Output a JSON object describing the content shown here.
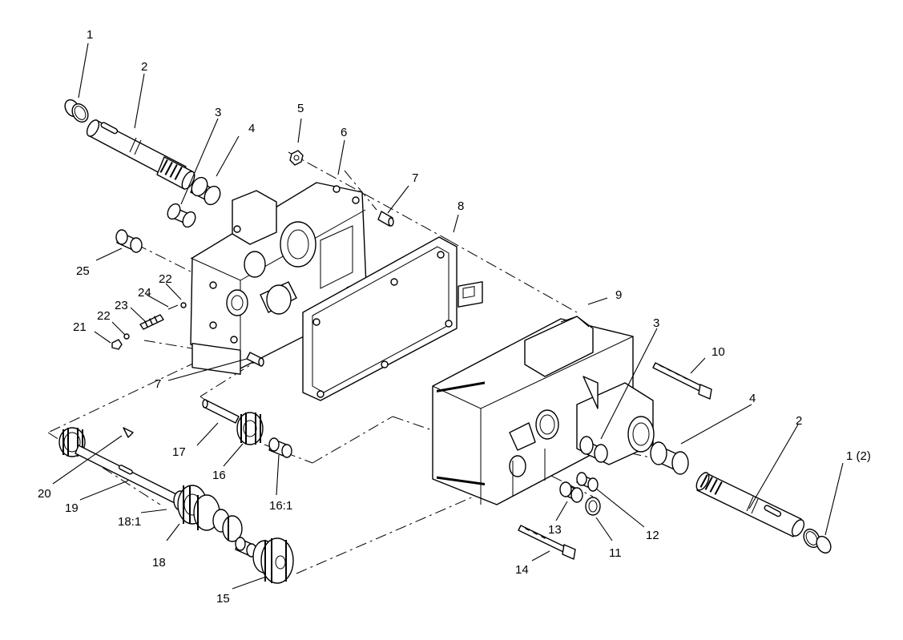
{
  "callouts": {
    "c1": "1",
    "c2_top": "2",
    "c3_top": "3",
    "c4_top": "4",
    "c5": "5",
    "c6": "6",
    "c7_top": "7",
    "c8": "8",
    "c9": "9",
    "c10": "10",
    "c3_right": "3",
    "c4_right": "4",
    "c2_right": "2",
    "c1_right": "1 (2)",
    "c25": "25",
    "c22_top": "22",
    "c24": "24",
    "c23": "23",
    "c22_bottom": "22",
    "c21": "21",
    "c7_bottom": "7",
    "c17": "17",
    "c16": "16",
    "c16_1": "16:1",
    "c20": "20",
    "c19": "19",
    "c18_1": "18:1",
    "c18": "18",
    "c15": "15",
    "c14": "14",
    "c13": "13",
    "c12": "12",
    "c11": "11"
  }
}
